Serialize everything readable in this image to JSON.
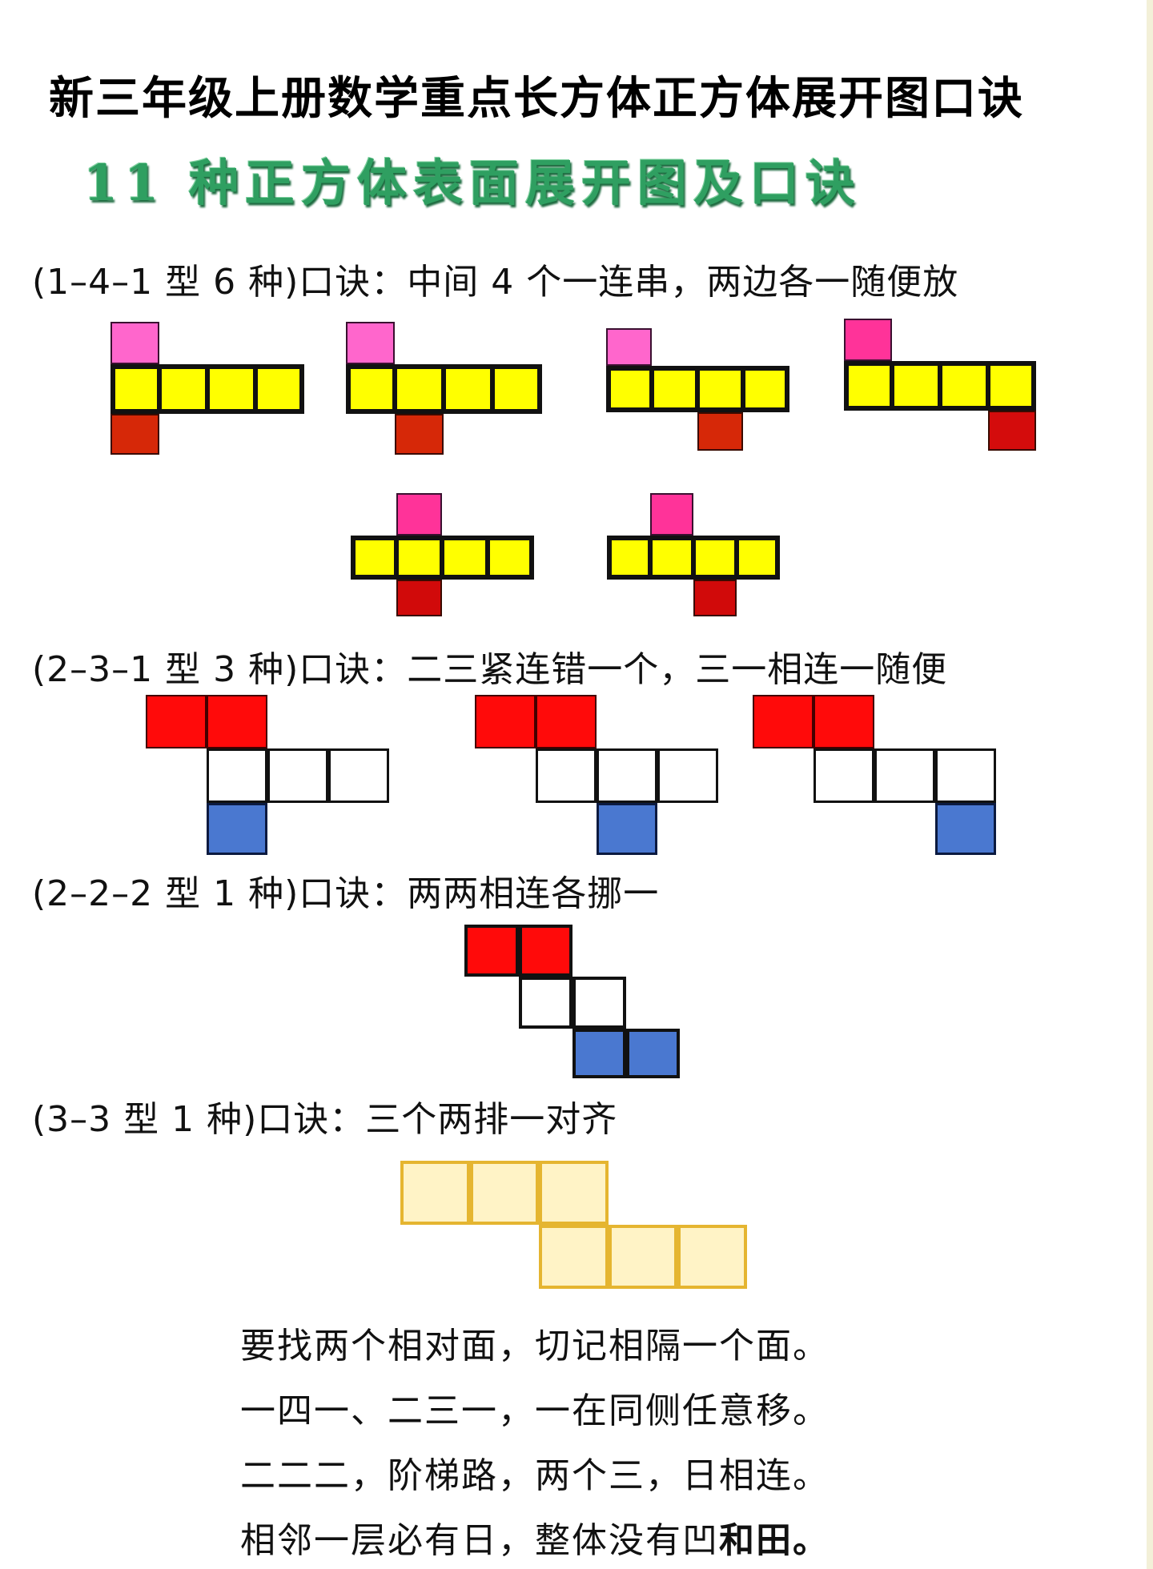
{
  "header": {
    "title": "新三年级上册数学重点长方体正方体展开图口诀",
    "subtitle": "11 种正方体表面展开图及口诀"
  },
  "sections": [
    {
      "heading": "(1–4–1 型 6 种)口诀：中间 4 个一连串，两边各一随便放",
      "type": "1-4-1",
      "count": 6
    },
    {
      "heading": "(2–3–1 型 3 种)口诀：二三紧连错一个，三一相连一随便",
      "type": "2-3-1",
      "count": 3
    },
    {
      "heading": "(2–2–2 型 1 种)口诀：两两相连各挪一",
      "type": "2-2-2",
      "count": 1
    },
    {
      "heading": "(3–3 型 1 种)口诀：三个两排一对齐",
      "type": "3-3",
      "count": 1
    }
  ],
  "rhyme": {
    "lines": [
      "要找两个相对面，切记相隔一个面。",
      "一四一、二三一，一在同侧任意移。",
      "二二二，阶梯路，两个三，日相连。",
      "相邻一层必有日，整体没有凹"
    ],
    "last_line_bold_tail": "和田。"
  },
  "colors": {
    "subtitle_green": "#2f9f61",
    "top_face_pink": "#ff66cc",
    "middle_row_yellow": "#ffff00",
    "bottom_face_darkred": "#d62808",
    "pair_red": "#ff0a0a",
    "pair_blue": "#4a78d0",
    "cream_3_3": "#fff3c6",
    "cream_border": "#e5b530"
  },
  "nets": {
    "type_1_4_1": [
      {
        "top_col": 1,
        "bottom_col": 1
      },
      {
        "top_col": 1,
        "bottom_col": 2
      },
      {
        "top_col": 1,
        "bottom_col": 3
      },
      {
        "top_col": 1,
        "bottom_col": 4
      },
      {
        "top_col": 2,
        "bottom_col": 2
      },
      {
        "top_col": 2,
        "bottom_col": 3
      }
    ],
    "type_2_3_1": [
      {
        "bottom_col": 1
      },
      {
        "bottom_col": 2
      },
      {
        "bottom_col": 3
      }
    ]
  }
}
